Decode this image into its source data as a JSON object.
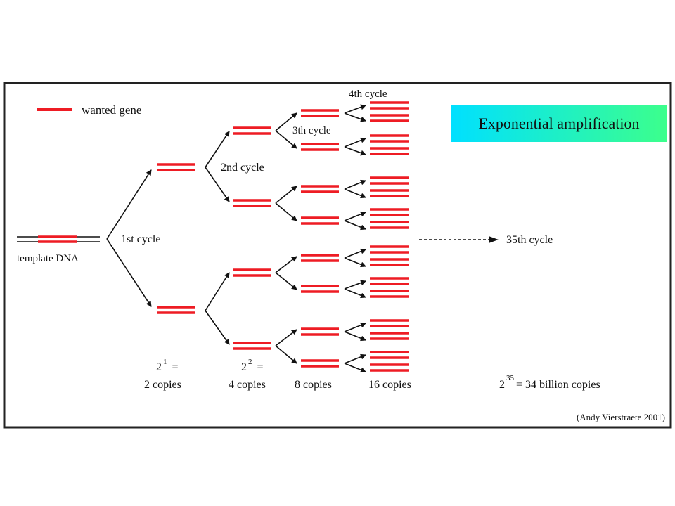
{
  "legend": {
    "label": "wanted gene"
  },
  "title": "Exponential amplification",
  "template_label": "template DNA",
  "cycles": {
    "first": "1st cycle",
    "second": "2nd cycle",
    "third": "3th cycle",
    "fourth": "4th cycle",
    "final": "35th cycle"
  },
  "counts": {
    "c1_formula": {
      "base": "2",
      "exp": "1",
      "eq": "="
    },
    "c1_copies": "2 copies",
    "c2_formula": {
      "base": "2",
      "exp": "2",
      "eq": "="
    },
    "c2_copies": "4 copies",
    "c3_copies": "8 copies",
    "c4_copies": "16 copies",
    "final_formula": {
      "base": "2",
      "exp": "35",
      "rest": "= 34 billion copies"
    }
  },
  "credit": "(Andy Vierstraete 2001)",
  "colors": {
    "gene": "#ee1c24",
    "title_bg_left": "#00e0ff",
    "title_bg_right": "#3cff8c",
    "border": "#222222"
  }
}
